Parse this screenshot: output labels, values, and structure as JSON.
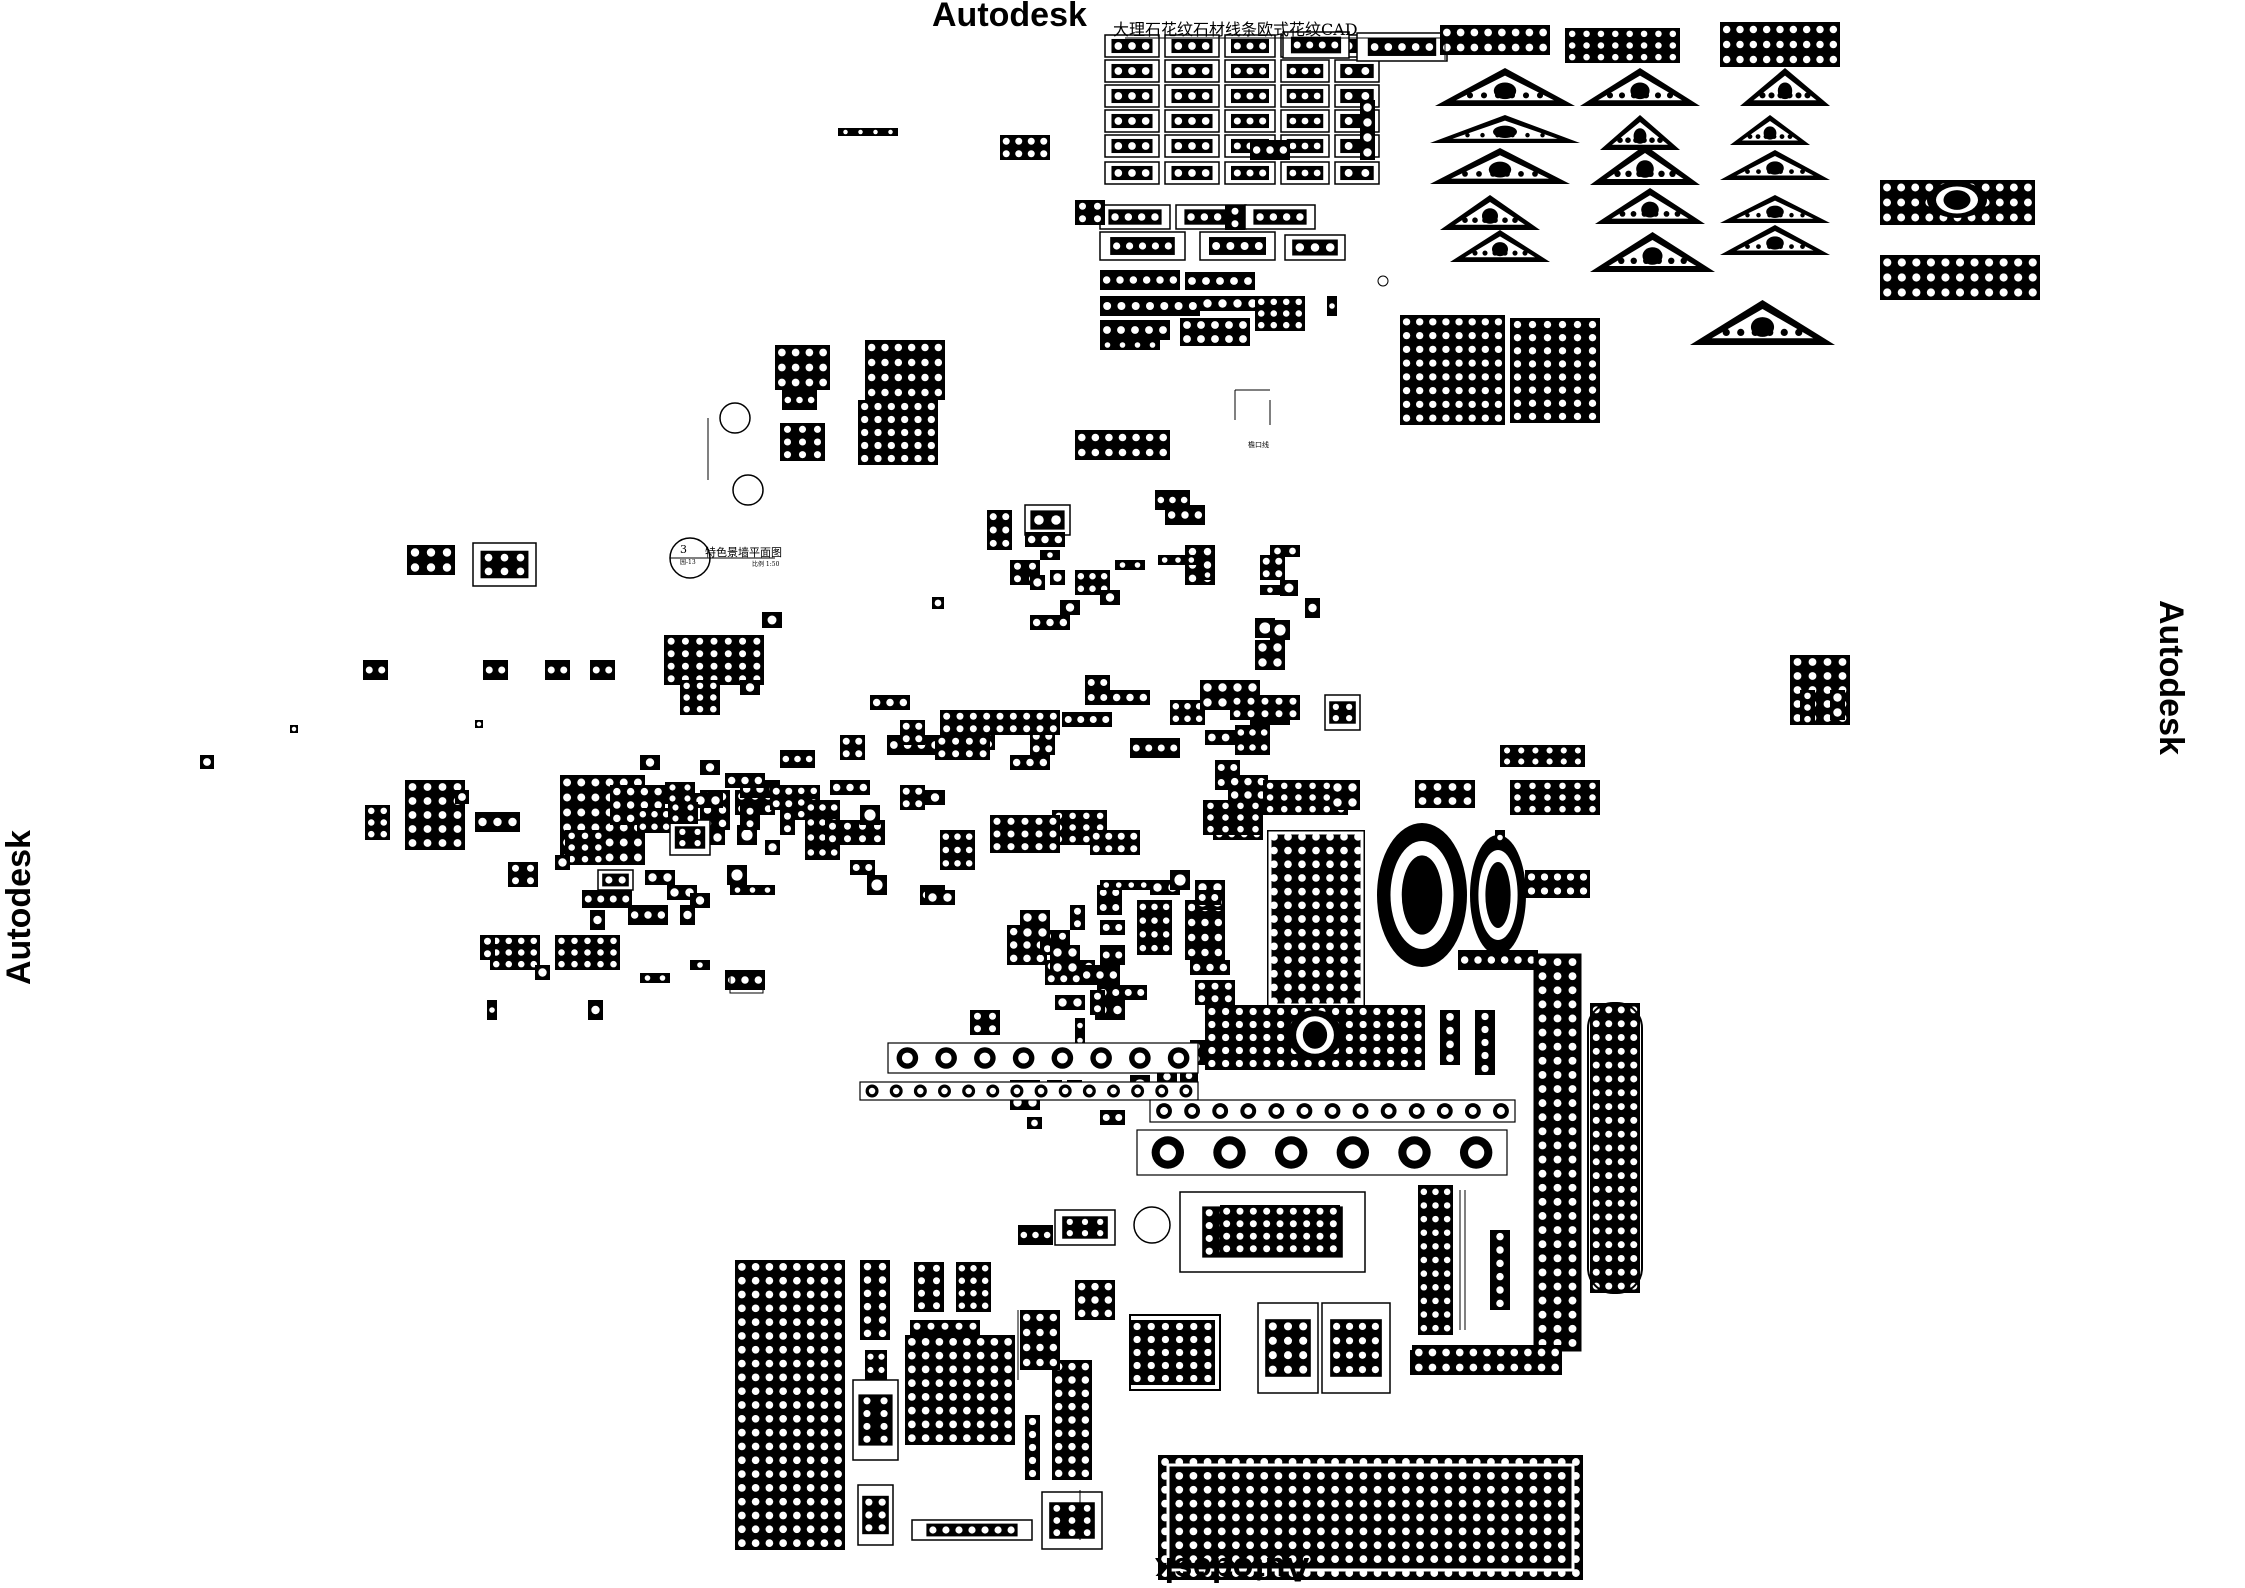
{
  "watermarks": {
    "top": "Autodesk",
    "right": "Autodesk",
    "left": "Autodesk",
    "bottom": "Autodesk"
  },
  "drawing": {
    "title": "大理石花纹石材线条欧式花纹CAD",
    "plan_label": "特色景墙平面图",
    "plan_number": "3",
    "plan_sub": "园-13",
    "plan_scale": "比例 1:50",
    "small_label": "檐口线"
  },
  "colors": {
    "ink": "#000000",
    "paper": "#ffffff"
  }
}
